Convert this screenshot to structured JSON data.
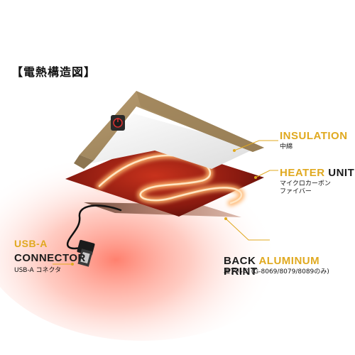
{
  "title": "【電熱構造図】",
  "labels": {
    "insulation": {
      "en": "INSULATION",
      "jp": "中綿"
    },
    "heater": {
      "en_1": "HEATER",
      "en_2": "UNIT",
      "jp_1": "マイクロカーボン",
      "jp_2": "ファイバー"
    },
    "back": {
      "en_1": "BACK",
      "en_2": "ALUMINUM",
      "en_3": "PRINT",
      "jp": "裏アルミ (G-8069/8079/8089のみ)"
    },
    "usb": {
      "en_1": "USB-A",
      "en_2": "CONNECTOR",
      "jp": "USB-A コネクタ"
    }
  },
  "colors": {
    "accent": "#e0a91f",
    "text": "#1b1b1b",
    "shell": "#a58b62",
    "insulation": "#eeeeee",
    "heater": "#8a1a10",
    "heater_glow": "#ff7a2a",
    "background_glow": "#ff9a8a"
  },
  "icons": {
    "power_button": "power-icon",
    "usb_plug": "usb-plug-icon"
  }
}
